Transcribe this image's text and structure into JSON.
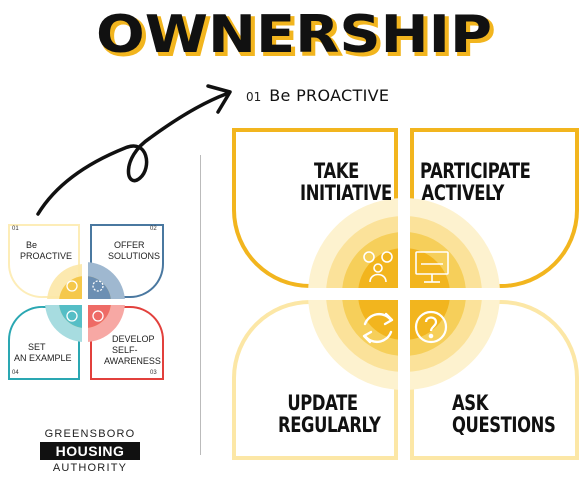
{
  "header": {
    "title": "OWNERSHIP",
    "step_number": "01",
    "step_title": "Be PROACTIVE"
  },
  "colors": {
    "gold": "#F2B51E",
    "pale_gold": "#FCE7A6",
    "blue": "#4A78A0",
    "teal": "#2AA7B2",
    "red": "#E2403C",
    "dark": "#111111"
  },
  "big_diagram": {
    "petals": [
      {
        "line1": "TAKE",
        "line2": "INITIATIVE",
        "icon": "people-ideas-icon"
      },
      {
        "line1": "PARTICIPATE",
        "line2": "ACTIVELY",
        "icon": "presentation-board-icon"
      },
      {
        "line1": "UPDATE",
        "line2": "REGULARLY",
        "icon": "refresh-icon"
      },
      {
        "line1": "ASK",
        "line2": "QUESTIONS",
        "icon": "question-bubble-icon"
      }
    ]
  },
  "small_diagram": {
    "petals": [
      {
        "number": "01",
        "line1": "Be",
        "line2": "PROACTIVE",
        "line3": ""
      },
      {
        "number": "02",
        "line1": "OFFER",
        "line2": "SOLUTIONS",
        "line3": ""
      },
      {
        "number": "04",
        "line1": "SET",
        "line2": "AN EXAMPLE",
        "line3": ""
      },
      {
        "number": "03",
        "line1": "DEVELOP",
        "line2": "SELF-",
        "line3": "AWARENESS"
      }
    ]
  },
  "logo": {
    "line1": "GREENSBORO",
    "line2": "HOUSING",
    "line3": "AUTHORITY"
  }
}
